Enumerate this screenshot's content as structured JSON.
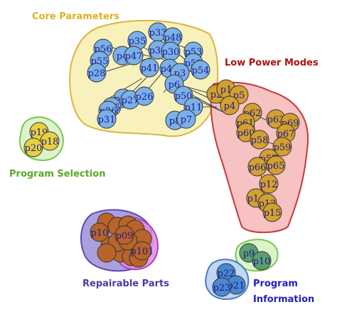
{
  "groups": [
    {
      "id": "core",
      "label": "Core Parameters",
      "fill": "#f7eeb0",
      "stroke": "#d9b640",
      "label_color": "#e0b020"
    },
    {
      "id": "lowpower",
      "label": "Low Power Modes",
      "fill": "#f4b7b7",
      "stroke": "#c43a3a",
      "label_color": "#b01010"
    },
    {
      "id": "progsel",
      "label": "Program Selection",
      "fill": "#d6f2c2",
      "stroke": "#7ac850",
      "label_color": "#5aa82a"
    },
    {
      "id": "repair_a",
      "label": "",
      "fill": "#9c8fd6",
      "stroke": "#5a4ab5",
      "label_color": ""
    },
    {
      "id": "repair_b",
      "label": "",
      "fill": "#e08ae6",
      "stroke": "#b040c0",
      "label_color": ""
    },
    {
      "id": "repair",
      "label": "Repairable Parts",
      "fill": "",
      "stroke": "",
      "label_color": "#4a3aa5"
    },
    {
      "id": "proginfo_a",
      "label": "",
      "fill": "#d6f2c2",
      "stroke": "#7ac850",
      "label_color": ""
    },
    {
      "id": "proginfo_b",
      "label": "",
      "fill": "#b4cff2",
      "stroke": "#4a7ac8",
      "label_color": ""
    },
    {
      "id": "proginfo",
      "label": "Program Information",
      "fill": "",
      "stroke": "",
      "label_color": "#2020c0"
    }
  ],
  "node_colors": {
    "core": "#7bb0e8",
    "lowpower": "#d4a030",
    "progsel": "#e8d040",
    "repair": "#b8642a",
    "proginfo_green": "#5aa070",
    "proginfo_blue": "#4a88d0"
  },
  "nodes": [
    {
      "label": "p33",
      "group": "core"
    },
    {
      "label": "p35",
      "group": "core"
    },
    {
      "label": "p48",
      "group": "core"
    },
    {
      "label": "p56",
      "group": "core"
    },
    {
      "label": "p55",
      "group": "core"
    },
    {
      "label": "p28",
      "group": "core"
    },
    {
      "label": "p4",
      "group": "core"
    },
    {
      "label": "p47",
      "group": "core"
    },
    {
      "label": "p39",
      "group": "core"
    },
    {
      "label": "p30",
      "group": "core"
    },
    {
      "label": "p53",
      "group": "core"
    },
    {
      "label": "p52",
      "group": "core"
    },
    {
      "label": "p54",
      "group": "core"
    },
    {
      "label": "p41",
      "group": "core"
    },
    {
      "label": "p46",
      "group": "core"
    },
    {
      "label": "p3",
      "group": "core"
    },
    {
      "label": "p6",
      "group": "core"
    },
    {
      "label": "p50",
      "group": "core"
    },
    {
      "label": "p32",
      "group": "core"
    },
    {
      "label": "p25",
      "group": "core"
    },
    {
      "label": "p27",
      "group": "core"
    },
    {
      "label": "p26",
      "group": "core"
    },
    {
      "label": "p36",
      "group": "core"
    },
    {
      "label": "p31",
      "group": "core"
    },
    {
      "label": "p11",
      "group": "core"
    },
    {
      "label": "p8",
      "group": "core"
    },
    {
      "label": "p7",
      "group": "core"
    },
    {
      "label": "p2",
      "group": "lowpower"
    },
    {
      "label": "p1",
      "group": "lowpower"
    },
    {
      "label": "p5",
      "group": "lowpower"
    },
    {
      "label": "p4",
      "group": "lowpower"
    },
    {
      "label": "p62",
      "group": "lowpower"
    },
    {
      "label": "p61",
      "group": "lowpower"
    },
    {
      "label": "p60",
      "group": "lowpower"
    },
    {
      "label": "p63",
      "group": "lowpower"
    },
    {
      "label": "p69",
      "group": "lowpower"
    },
    {
      "label": "p67",
      "group": "lowpower"
    },
    {
      "label": "p58",
      "group": "lowpower"
    },
    {
      "label": "p59",
      "group": "lowpower"
    },
    {
      "label": "p57",
      "group": "lowpower"
    },
    {
      "label": "p65",
      "group": "lowpower"
    },
    {
      "label": "p66",
      "group": "lowpower"
    },
    {
      "label": "p12",
      "group": "lowpower"
    },
    {
      "label": "p14",
      "group": "lowpower"
    },
    {
      "label": "p13",
      "group": "lowpower"
    },
    {
      "label": "p15",
      "group": "lowpower"
    },
    {
      "label": "p19",
      "group": "progsel"
    },
    {
      "label": "p18",
      "group": "progsel"
    },
    {
      "label": "p20",
      "group": "progsel"
    },
    {
      "label": "p10",
      "group": "repair"
    },
    {
      "label": "p09",
      "group": "repair"
    },
    {
      "label": "p101",
      "group": "repair"
    },
    {
      "label": "p9",
      "group": "proginfo_green"
    },
    {
      "label": "p10",
      "group": "proginfo_green"
    },
    {
      "label": "p22",
      "group": "proginfo_blue"
    },
    {
      "label": "p21",
      "group": "proginfo_blue"
    },
    {
      "label": "p23",
      "group": "proginfo_blue"
    }
  ]
}
